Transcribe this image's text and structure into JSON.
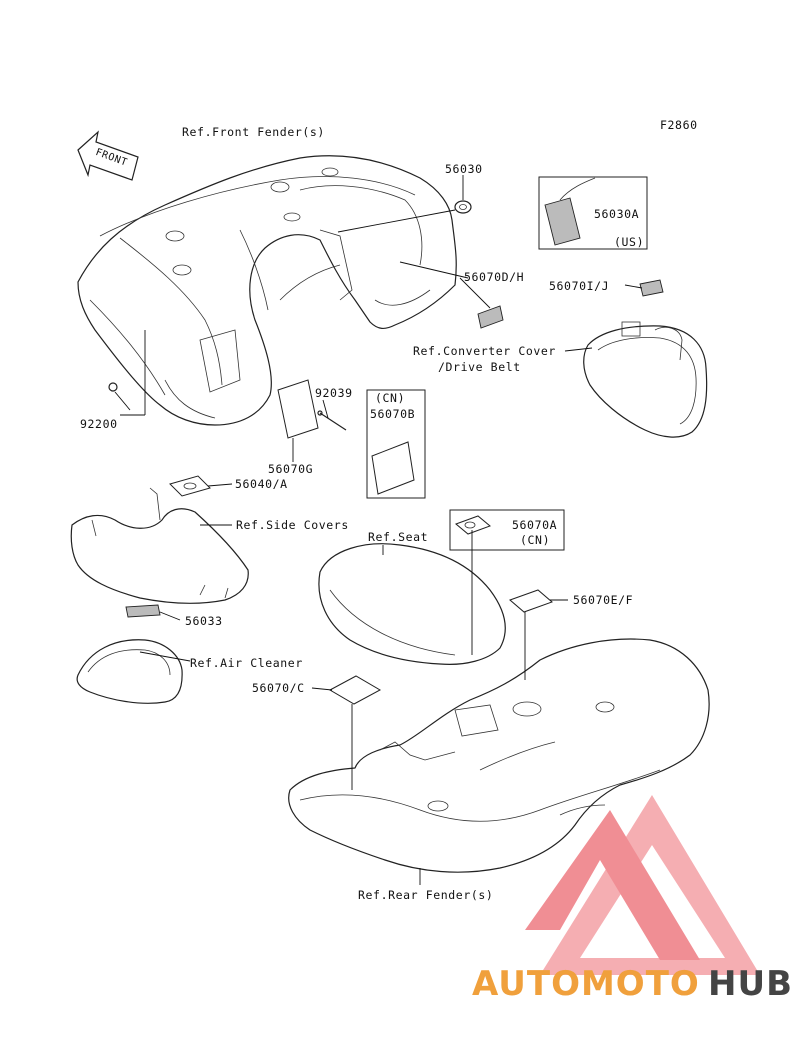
{
  "diagram": {
    "code": "F2860",
    "front_arrow": "FRONT",
    "refs": {
      "front_fender": "Ref.Front Fender(s)",
      "converter_cover_1": "Ref.Converter Cover",
      "converter_cover_2": "/Drive Belt",
      "side_covers": "Ref.Side Covers",
      "seat": "Ref.Seat",
      "air_cleaner": "Ref.Air Cleaner",
      "rear_fender": "Ref.Rear Fender(s)"
    },
    "parts": {
      "p56030": "56030",
      "p56030A": "56030A",
      "p56030A_region": "(US)",
      "p56070DH": "56070D/H",
      "p56070IJ": "56070I/J",
      "p92039": "92039",
      "p56070B_region": "(CN)",
      "p56070B": "56070B",
      "p92200": "92200",
      "p56070G": "56070G",
      "p56040A": "56040/A",
      "p56070A": "56070A",
      "p56070A_region": "(CN)",
      "p56070EF": "56070E/F",
      "p56033": "56033",
      "p56070C": "56070/C"
    }
  },
  "watermark": {
    "brand_part1": "AUTOMOTO",
    "brand_part2": "HUB",
    "colors": {
      "accent": "#e8505b",
      "secondary": "#f0a03c",
      "dark": "#444444"
    }
  }
}
